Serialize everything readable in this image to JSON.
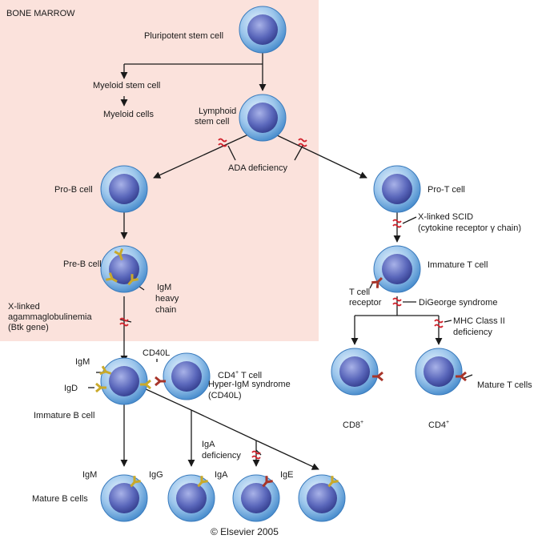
{
  "region_label": "BONE MARROW",
  "cells": {
    "pluripotent": "Pluripotent stem cell",
    "myeloid_stem": "Myeloid stem cell",
    "myeloid_cells": "Myeloid cells",
    "lymphoid_line1": "Lymphoid",
    "lymphoid_line2": "stem cell",
    "pro_b": "Pro-B cell",
    "pre_b": "Pre-B cell",
    "pro_t": "Pro-T cell",
    "immature_t": "Immature T cell",
    "immature_b": "Immature B cell",
    "cd4_t_cell_prefix": "CD4",
    "cd4_t_cell_suffix": " T cell",
    "cd8_prefix": "CD8",
    "cd4_prefix": "CD4",
    "sup_plus": "+",
    "mature_t": "Mature T cells",
    "mature_b": "Mature B cells"
  },
  "labels": {
    "igm_line1": "IgM",
    "igm_line2": "heavy",
    "igm_line3": "chain",
    "tcr_line1": "T cell",
    "tcr_line2": "receptor",
    "cd40l": "CD40L",
    "igm": "IgM",
    "igd": "IgD",
    "mature_igm": "IgM",
    "mature_igg": "IgG",
    "mature_iga": "IgA",
    "mature_ige": "IgE"
  },
  "defects": {
    "ada": "ADA deficiency",
    "xscid_line1": "X-linked SCID",
    "xscid_line2": "(cytokine receptor γ chain)",
    "xla_line1": "X-linked",
    "xla_line2": "agammaglobulinemia",
    "xla_line3": "(Btk gene)",
    "digeorge": "DiGeorge syndrome",
    "mhc2_line1": "MHC Class II",
    "mhc2_line2": "deficiency",
    "hyperigm_line1": "Hyper-IgM syndrome",
    "hyperigm_line2": "(CD40L)",
    "iga_line1": "IgA",
    "iga_line2": "deficiency"
  },
  "copyright": "© Elsevier 2005",
  "colors": {
    "bone_marrow_bg": "#fbe2dc",
    "cell_outer": "#6ea8dd",
    "nucleus": "#5b68b8",
    "block": "#d0202a",
    "receptor_yellow": "#d9c23a",
    "receptor_red": "#b03a2a"
  }
}
